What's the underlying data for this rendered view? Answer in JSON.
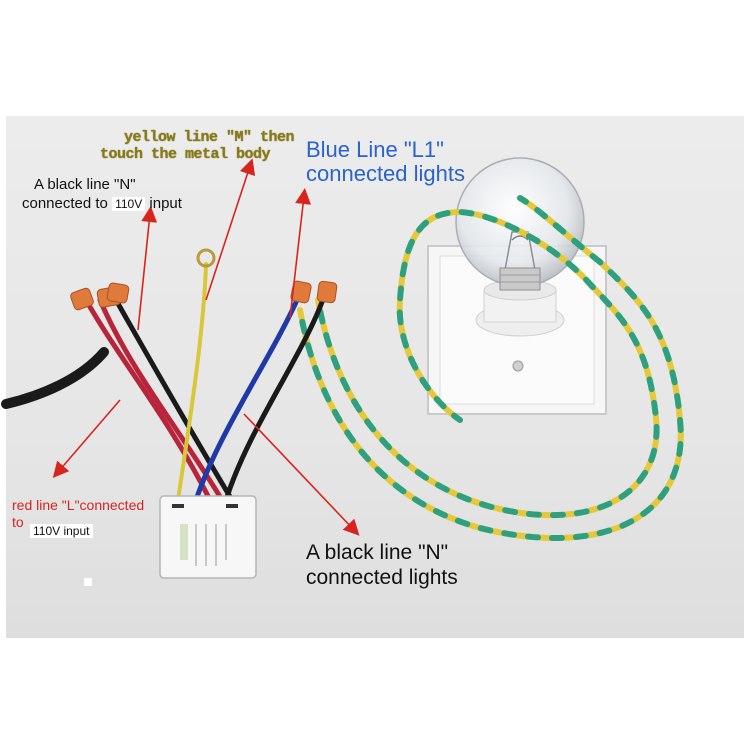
{
  "labels": {
    "yellow_m_line1": "yellow line \"M\" then",
    "yellow_m_line2": "touch the metal body",
    "blue_l1_line1": "Blue Line \"L1\"",
    "blue_l1_line2": "connected lights",
    "black_n_input_line1": "A black line \"N\"",
    "black_n_input_line2a": "connected to",
    "black_n_input_volt": "110V",
    "black_n_input_line2b": "input",
    "red_l_line1": "red line \"L\"connected",
    "red_l_line2": "to",
    "red_l_volt": "110V input",
    "black_n_lights_line1": "A black line \"N\"",
    "black_n_lights_line2": "connected lights"
  },
  "colors": {
    "arrow": "#d8241f",
    "yellow_label": "#8a7a12",
    "blue_label": "#2a63c9",
    "wire_yellow": "#e6c83a",
    "wire_green": "#2fa07e",
    "wire_blue": "#1f3aa8",
    "wire_black": "#1a1a1a",
    "wire_red": "#b8243a",
    "connector_orange": "#e07a3a"
  },
  "icons": {
    "switch_module": "switch-module-icon",
    "light_bulb": "light-bulb-icon",
    "wall_plate": "wall-plate-icon"
  }
}
